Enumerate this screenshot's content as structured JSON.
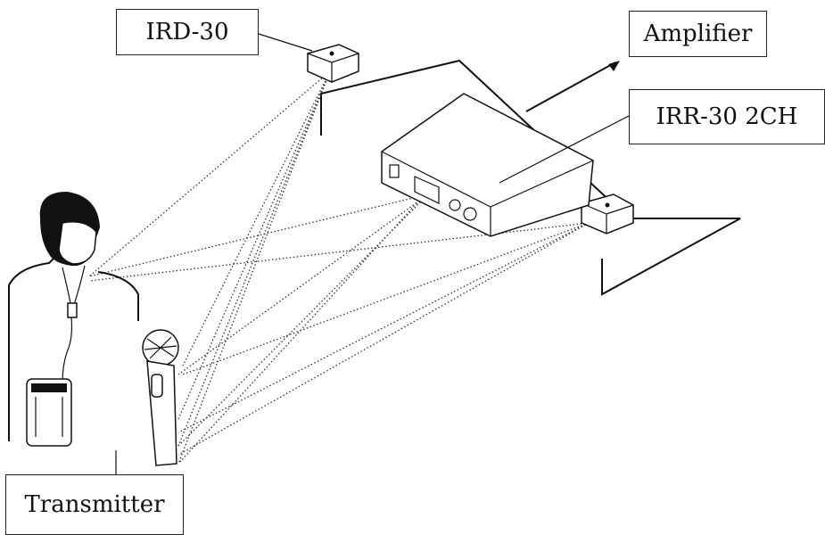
{
  "labels": {
    "ird": "IRD-30",
    "amplifier": "Amplifier",
    "irr": "IRR-30 2CH",
    "transmitter": "Transmitter"
  },
  "colors": {
    "line": "#111111",
    "background": "#ffffff"
  }
}
